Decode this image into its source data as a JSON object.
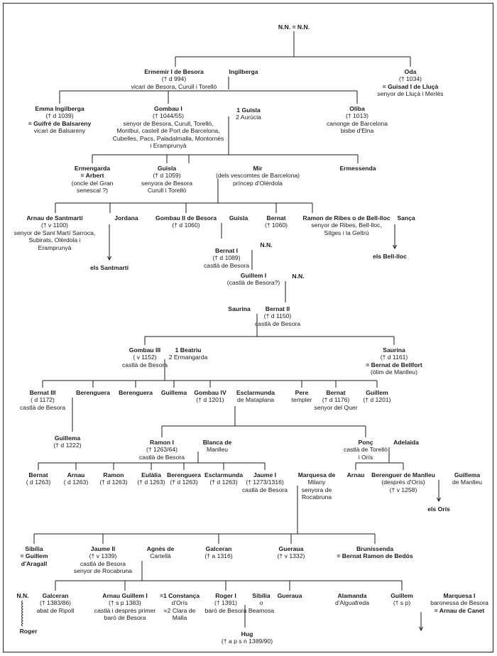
{
  "persons": [
    {
      "id": "nn_top",
      "lines": [
        "N.N. = N.N."
      ]
    },
    {
      "id": "ermemir",
      "lines": [
        "Ermemir I de Besora",
        "(† d 994)",
        "vicari de Besora, Curull i Torelló"
      ]
    },
    {
      "id": "ingilberga",
      "lines": [
        "Ingilberga"
      ]
    },
    {
      "id": "oda",
      "lines": [
        "Oda",
        "(† 1034)",
        "= Guisad I de Lluçà",
        "senyor de Lluçà i Merlès"
      ]
    },
    {
      "id": "emma",
      "lines": [
        "Emma Ingilberga",
        "(† d 1039)",
        "= Guifré de Balsareny",
        "vicari de Balsareny"
      ]
    },
    {
      "id": "gombau1",
      "lines": [
        "Gombau I",
        "(† 1044/55)",
        "senyor de Besora, Curull, Torelló,",
        "Montbui, castell de Port de Barcelona,",
        "Cubelles, Pacs, Paladalmalla, Montornès",
        "i Eramprunyà"
      ]
    },
    {
      "id": "guisla_aur",
      "lines": [
        "1 Guisla",
        "2 Aurúcia"
      ]
    },
    {
      "id": "oliba",
      "lines": [
        "Oliba",
        "(† 1013)",
        "canonge de Barcelona",
        "bisbe d'Elna"
      ]
    },
    {
      "id": "ermengarda",
      "lines": [
        "Ermengarda",
        "= Arbert",
        "(oncle del Gran",
        "senescal ?)"
      ]
    },
    {
      "id": "guisla2",
      "lines": [
        "Guisla",
        "(† d 1059)",
        "senyora de Besora",
        "Curull i Torelló"
      ]
    },
    {
      "id": "mir",
      "lines": [
        "Mir",
        "(dels vescomtes de Barcelona)",
        "príncep d'Olèrdola"
      ]
    },
    {
      "id": "ermessenda",
      "lines": [
        "Ermessenda"
      ]
    },
    {
      "id": "arnau_sm",
      "lines": [
        "Arnau de Santmartí",
        "(† v 1100)",
        "senyor de Sant Martí Sarroca,",
        "Subirats, Olèrdola i",
        "Eramprunyà"
      ]
    },
    {
      "id": "jordana",
      "lines": [
        "Jordana"
      ]
    },
    {
      "id": "els_santmarti",
      "lines": [
        "els Santmartí"
      ]
    },
    {
      "id": "gombau2",
      "lines": [
        "Gombau II de Besora",
        "(† d 1060)"
      ]
    },
    {
      "id": "guisla3",
      "lines": [
        "Guisla"
      ]
    },
    {
      "id": "bernat_a",
      "lines": [
        "Bernat",
        "(† 1060)"
      ]
    },
    {
      "id": "ramon_ribes",
      "lines": [
        "Ramon de Ribes o de Bell-lloc",
        "senyor de Ribes, Bell-lloc,",
        "Sitges i la Geltrú"
      ]
    },
    {
      "id": "sanca",
      "lines": [
        "Sança"
      ]
    },
    {
      "id": "els_bellloc",
      "lines": [
        "els Bell-lloc"
      ]
    },
    {
      "id": "bernat1",
      "lines": [
        "Bernat I",
        "(† d 1089)",
        "castlà de Besora"
      ]
    },
    {
      "id": "nn2",
      "lines": [
        "N.N."
      ]
    },
    {
      "id": "guillem1",
      "lines": [
        "Guillem I",
        "(castlà de Besora?)"
      ]
    },
    {
      "id": "nn3",
      "lines": [
        "N.N."
      ]
    },
    {
      "id": "saurina1",
      "lines": [
        "Saurina"
      ]
    },
    {
      "id": "bernat2",
      "lines": [
        "Bernat II",
        "(† d 1150)",
        "castlà de Besora"
      ]
    },
    {
      "id": "gombau3",
      "lines": [
        "Gombau III",
        "(  v 1152)",
        "castlà de Besora"
      ]
    },
    {
      "id": "beatriu",
      "lines": [
        "1 Beatriu",
        "2 Ermangarda"
      ]
    },
    {
      "id": "saurina2",
      "lines": [
        "Saurina",
        "(† d 1161)",
        "= Bernat de Bellfort",
        "(òlim de Manlleu)"
      ]
    },
    {
      "id": "bernat3",
      "lines": [
        "Bernat III",
        "(  d 1172)",
        "castlà de Besora"
      ]
    },
    {
      "id": "berenguera1",
      "lines": [
        "Berenguera"
      ]
    },
    {
      "id": "berenguera2",
      "lines": [
        "Berenguera"
      ]
    },
    {
      "id": "guillema1",
      "lines": [
        "Guillema"
      ]
    },
    {
      "id": "gombau4",
      "lines": [
        "Gombau IV",
        "(† d 1201)"
      ]
    },
    {
      "id": "esclarmunda",
      "lines": [
        "Esclarmunda",
        "de Mataplana"
      ]
    },
    {
      "id": "pere",
      "lines": [
        "Pere",
        "templer"
      ]
    },
    {
      "id": "bernat_b",
      "lines": [
        "Bernat",
        "(† d 1176)",
        "senyor del Quer"
      ]
    },
    {
      "id": "guillem_b",
      "lines": [
        "Guillem",
        "(† d 1201)"
      ]
    },
    {
      "id": "guillema2",
      "lines": [
        "Guillema",
        "(† d 1222)"
      ]
    },
    {
      "id": "ramon1",
      "lines": [
        "Ramon I",
        "(† 1263/64)",
        "castlà de Besora"
      ]
    },
    {
      "id": "blanca",
      "lines": [
        "Blanca de",
        "Manlleu"
      ]
    },
    {
      "id": "ponc",
      "lines": [
        "Ponç",
        "castlà de Torelló",
        "i Orís"
      ]
    },
    {
      "id": "adelaida",
      "lines": [
        "Adelaida"
      ]
    },
    {
      "id": "bernat_c",
      "lines": [
        "Bernat",
        "(  d 1263)"
      ]
    },
    {
      "id": "arnau_c",
      "lines": [
        "Arnau",
        "(  d 1263)"
      ]
    },
    {
      "id": "ramon_c",
      "lines": [
        "Ramon",
        "(† d 1263)"
      ]
    },
    {
      "id": "eulalia",
      "lines": [
        "Eulàlia",
        "(† d 1263)"
      ]
    },
    {
      "id": "berenguera3",
      "lines": [
        "Berenguera",
        "(† d 1263)"
      ]
    },
    {
      "id": "esclarmunda2",
      "lines": [
        "Esclarmunda",
        "(† d 1263)"
      ]
    },
    {
      "id": "jaume1",
      "lines": [
        "Jaume I",
        "(† 1273/1316)",
        "castlà de Besora"
      ]
    },
    {
      "id": "marquesa_milany",
      "lines": [
        "Marquesa de",
        "Milany",
        "senyora de",
        "Rocabruna"
      ]
    },
    {
      "id": "arnau_d",
      "lines": [
        "Arnau"
      ]
    },
    {
      "id": "berenguer",
      "lines": [
        "Berenguer de Manlleu",
        "(després d'Orís)",
        "(† v 1258)"
      ]
    },
    {
      "id": "guillema3",
      "lines": [
        "Guillema",
        "de Manlleu"
      ]
    },
    {
      "id": "els_oris",
      "lines": [
        "els Orís"
      ]
    },
    {
      "id": "sibilia",
      "lines": [
        "Sibília",
        "= Guillem",
        "d'Aragall"
      ]
    },
    {
      "id": "jaume2",
      "lines": [
        "Jaume II",
        "(† v 1339)",
        "castlà de Besora",
        "senyor de Rocabruna"
      ]
    },
    {
      "id": "agnes",
      "lines": [
        "Agnès de",
        "Cartellà"
      ]
    },
    {
      "id": "galceran",
      "lines": [
        "Galceran",
        "(† a 1316)"
      ]
    },
    {
      "id": "gueraua",
      "lines": [
        "Gueraua",
        "(† v 1332)"
      ]
    },
    {
      "id": "brunissenda",
      "lines": [
        "Brunissenda",
        "= Bernat Ramon de Bedós"
      ]
    },
    {
      "id": "nn4",
      "lines": [
        "N.N."
      ]
    },
    {
      "id": "roger",
      "lines": [
        "Roger"
      ]
    },
    {
      "id": "galceran2",
      "lines": [
        "Galceran",
        "(† 1383/86)",
        "abat de Ripoll"
      ]
    },
    {
      "id": "arnau_guillem",
      "lines": [
        "Arnau Guillem I",
        "(† s p 1383)",
        "castlà i després primer",
        "baró de Besora"
      ]
    },
    {
      "id": "constanca",
      "lines": [
        "=1 Constança",
        "d'Orís",
        "=2 Clara de",
        "Malla"
      ]
    },
    {
      "id": "roger1",
      "lines": [
        "Roger I",
        "(† 1391)",
        "baró de Besora"
      ]
    },
    {
      "id": "sibilia2",
      "lines": [
        "Sibília",
        "o",
        "Beamosa"
      ]
    },
    {
      "id": "gueraua2",
      "lines": [
        "Gueraua"
      ]
    },
    {
      "id": "alamanda",
      "lines": [
        "Alamanda",
        "d'Alguafreda"
      ]
    },
    {
      "id": "guillem_c",
      "lines": [
        "Guillem",
        "(† s p)"
      ]
    },
    {
      "id": "marquesa1",
      "lines": [
        "Marquesa I",
        "baronessa de Besora",
        "= Arnau de Canet"
      ]
    },
    {
      "id": "hug",
      "lines": [
        "Hug",
        "(† a p s n 1389/90)"
      ]
    }
  ],
  "marks": {
    "question": "?",
    "marriage": "=",
    "one": "(1)"
  }
}
